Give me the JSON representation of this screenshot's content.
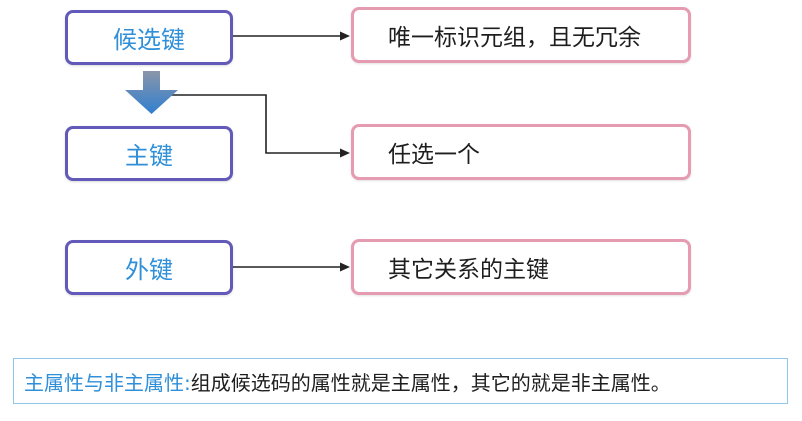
{
  "colors": {
    "key_border": "#6259b8",
    "key_text": "#2f8fd8",
    "desc_border": "#e59bb0",
    "arrow_down": "#2f7fd0",
    "note_border": "#8fc7ea"
  },
  "keys": {
    "candidate": "候选键",
    "primary": "主键",
    "foreign": "外键"
  },
  "descriptions": {
    "candidate": "唯一标识元组，且无冗余",
    "primary": "任选一个",
    "foreign": "其它关系的主键"
  },
  "note": {
    "term": "主属性与非主属性:",
    "text": "组成候选码的属性就是主属性，其它的就是非主属性。"
  }
}
